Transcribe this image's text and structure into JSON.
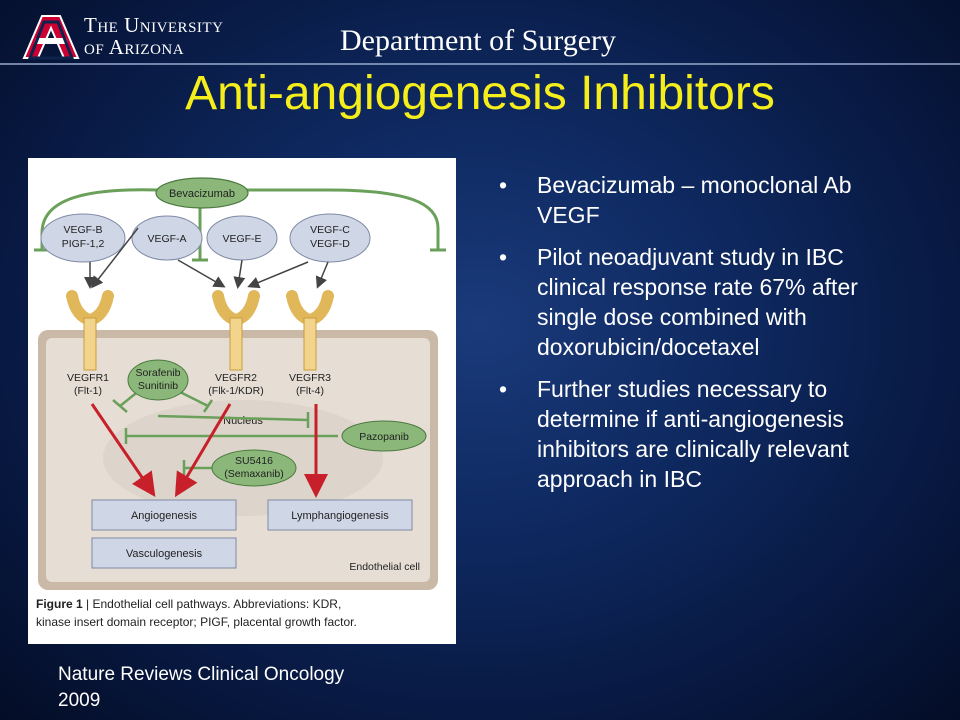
{
  "header": {
    "university_line1": "The University",
    "university_line2": "of Arizona",
    "department": "Department of Surgery"
  },
  "title": "Anti-angiogenesis Inhibitors",
  "bullets": [
    "Bevacizumab – monoclonal Ab VEGF",
    "Pilot neoadjuvant study in IBC clinical response rate 67% after single dose combined with doxorubicin/docetaxel",
    "Further studies necessary to determine if anti-angiogenesis inhibitors are clinically relevant approach in IBC"
  ],
  "citation": "Nature Reviews Clinical Oncology 2009",
  "figure": {
    "bevacizumab": "Bevacizumab",
    "ligands": [
      "VEGF-B",
      "PIGF-1,2",
      "VEGF-A",
      "VEGF-E",
      "VEGF-C",
      "VEGF-D"
    ],
    "receptors": [
      "VEGFR1",
      "(Flt-1)",
      "VEGFR2",
      "(Flk-1/KDR)",
      "VEGFR3",
      "(Flt-4)"
    ],
    "drugs": [
      "Sorafenib",
      "Sunitinib",
      "Pazopanib",
      "SU5416",
      "(Semaxanib)"
    ],
    "nucleus": "Nucleus",
    "outcomes": [
      "Angiogenesis",
      "Lymphangiogenesis",
      "Vasculogenesis"
    ],
    "cell_label": "Endothelial cell",
    "caption_bold": "Figure 1",
    "caption_rest": " | Endothelial cell pathways. Abbreviations: KDR,",
    "caption_line2": "kinase insert domain receptor; PIGF, placental growth factor."
  },
  "colors": {
    "title": "#f6ee1b",
    "ellipse_blue": "#cfd6e6",
    "drug_green": "#8bb77a",
    "receptor_tan": "#f2d48c",
    "cell_bg": "#e6ded4",
    "arrow_red": "#c8202a"
  }
}
